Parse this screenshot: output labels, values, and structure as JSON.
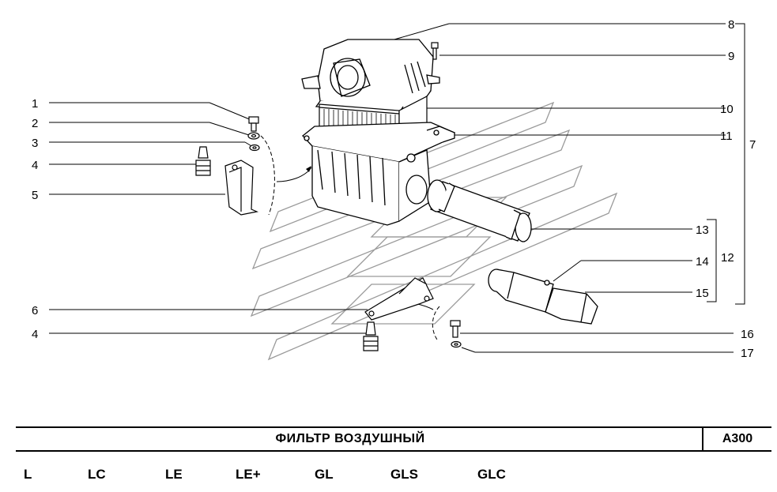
{
  "callouts": {
    "c1": "1",
    "c2": "2",
    "c3": "3",
    "c4a": "4",
    "c5": "5",
    "c6": "6",
    "c4b": "4",
    "c8": "8",
    "c9": "9",
    "c10": "10",
    "c11": "11",
    "c7": "7",
    "c13": "13",
    "c12": "12",
    "c14": "14",
    "c15": "15",
    "c16": "16",
    "c17": "17"
  },
  "title": "ФИЛЬТР  ВОЗДУШНЫЙ",
  "code": "A300",
  "variants": [
    "L",
    "LC",
    "LE",
    "LE+",
    "GL",
    "GLS",
    "GLC"
  ]
}
